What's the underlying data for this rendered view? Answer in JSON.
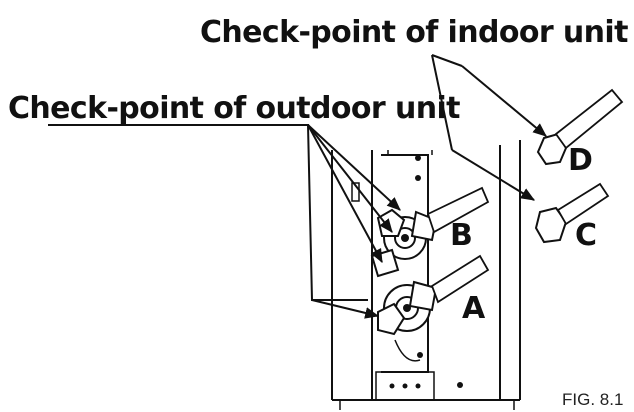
{
  "labels": {
    "indoor_heading": "Check-point of indoor unit",
    "outdoor_heading": "Check-point of outdoor unit",
    "point_a": "A",
    "point_b": "B",
    "point_c": "C",
    "point_d": "D",
    "figure_number": "FIG. 8.1"
  },
  "colors": {
    "ink": "#111111",
    "background": "#ffffff"
  }
}
